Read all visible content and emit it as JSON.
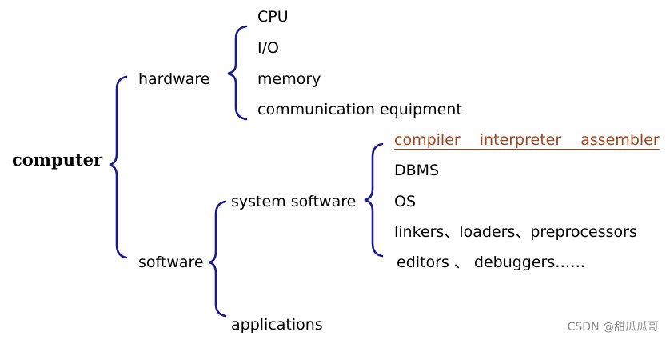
{
  "diagram": {
    "root": "computer",
    "hardware": {
      "label": "hardware",
      "items": [
        "CPU",
        "I/O",
        "memory",
        "communication equipment"
      ]
    },
    "software": {
      "label": "software",
      "system_software": {
        "label": "system software",
        "items": [
          "compiler  interpreter  assembler",
          "DBMS",
          "OS",
          "linkers、loaders、preprocessors",
          "editors 、 debuggers……"
        ]
      },
      "applications": "applications"
    }
  },
  "watermark": "CSDN @甜瓜瓜哥",
  "colors": {
    "brace": "#1a1a8c",
    "highlight": "#a0431a"
  }
}
